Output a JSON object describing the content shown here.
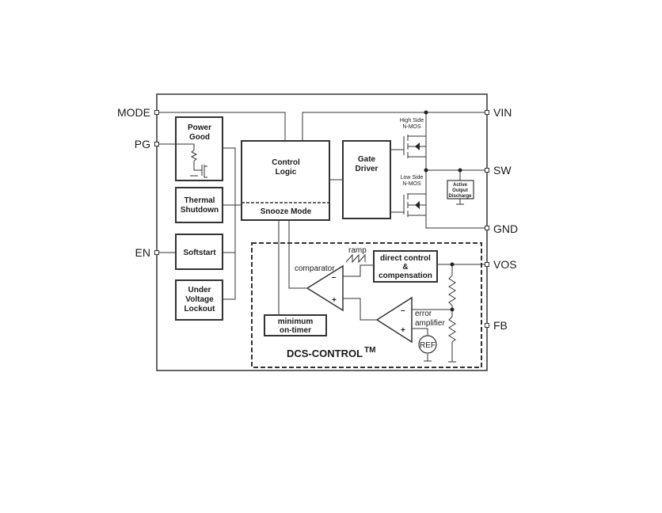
{
  "pins": {
    "mode": "MODE",
    "pg": "PG",
    "en": "EN",
    "vin": "VIN",
    "sw": "SW",
    "gnd": "GND",
    "vos": "VOS",
    "fb": "FB"
  },
  "blocks": {
    "power_good": [
      "Power",
      "Good"
    ],
    "thermal_shutdown": [
      "Thermal",
      "Shutdown"
    ],
    "softstart": "Softstart",
    "uvlo": [
      "Under",
      "Voltage",
      "Lockout"
    ],
    "control_logic": [
      "Control",
      "Logic"
    ],
    "snooze_mode": "Snooze Mode",
    "gate_driver": [
      "Gate",
      "Driver"
    ],
    "direct_control": [
      "direct control",
      "&",
      "compensation"
    ],
    "min_on_timer": [
      "minimum",
      "on-timer"
    ],
    "active_discharge": [
      "Active",
      "Output",
      "Discharge"
    ]
  },
  "labels": {
    "high_side": [
      "High Side",
      "N-MOS"
    ],
    "low_side": [
      "Low Side",
      "N-MOS"
    ],
    "ramp": "ramp",
    "comparator": "comparator",
    "error_amp": [
      "error",
      "amplifier"
    ],
    "ref": "REF",
    "dcs_control": "DCS-CONTROL",
    "tm": "TM",
    "minus": "–",
    "plus": "+"
  }
}
